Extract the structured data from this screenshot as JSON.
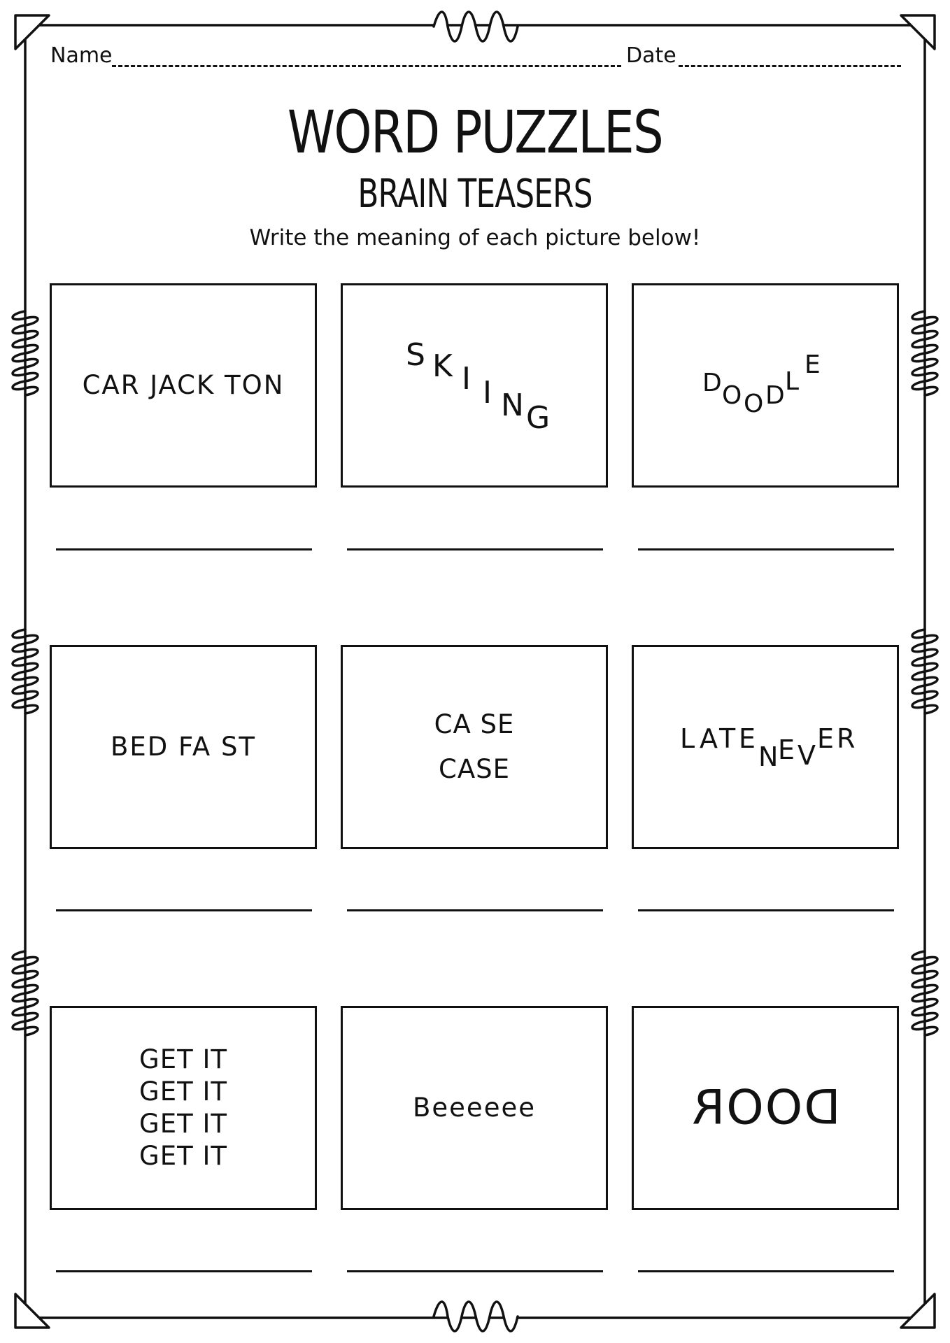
{
  "header": {
    "name_label": "Name",
    "date_label": "Date"
  },
  "title": "WORD PUZZLES",
  "subtitle": "BRAIN TEASERS",
  "instructions": "Write the meaning of each picture below!",
  "puzzles": [
    {
      "text": "CAR JACK TON"
    },
    {
      "letters": [
        "S",
        "K",
        "I",
        "I",
        "N",
        "G"
      ]
    },
    {
      "letters": [
        "D",
        "O",
        "O",
        "D",
        "L",
        "E"
      ]
    },
    {
      "text": "BED FA ST"
    },
    {
      "lines": [
        "CA SE",
        "CASE"
      ]
    },
    {
      "letters": [
        "L",
        "A",
        "T",
        "E",
        "N",
        "E",
        "V",
        "E",
        "R"
      ]
    },
    {
      "lines": [
        "GET IT",
        "GET IT",
        "GET IT",
        "GET IT"
      ]
    },
    {
      "text": "Beeeeee"
    },
    {
      "text": "DOOR"
    }
  ]
}
